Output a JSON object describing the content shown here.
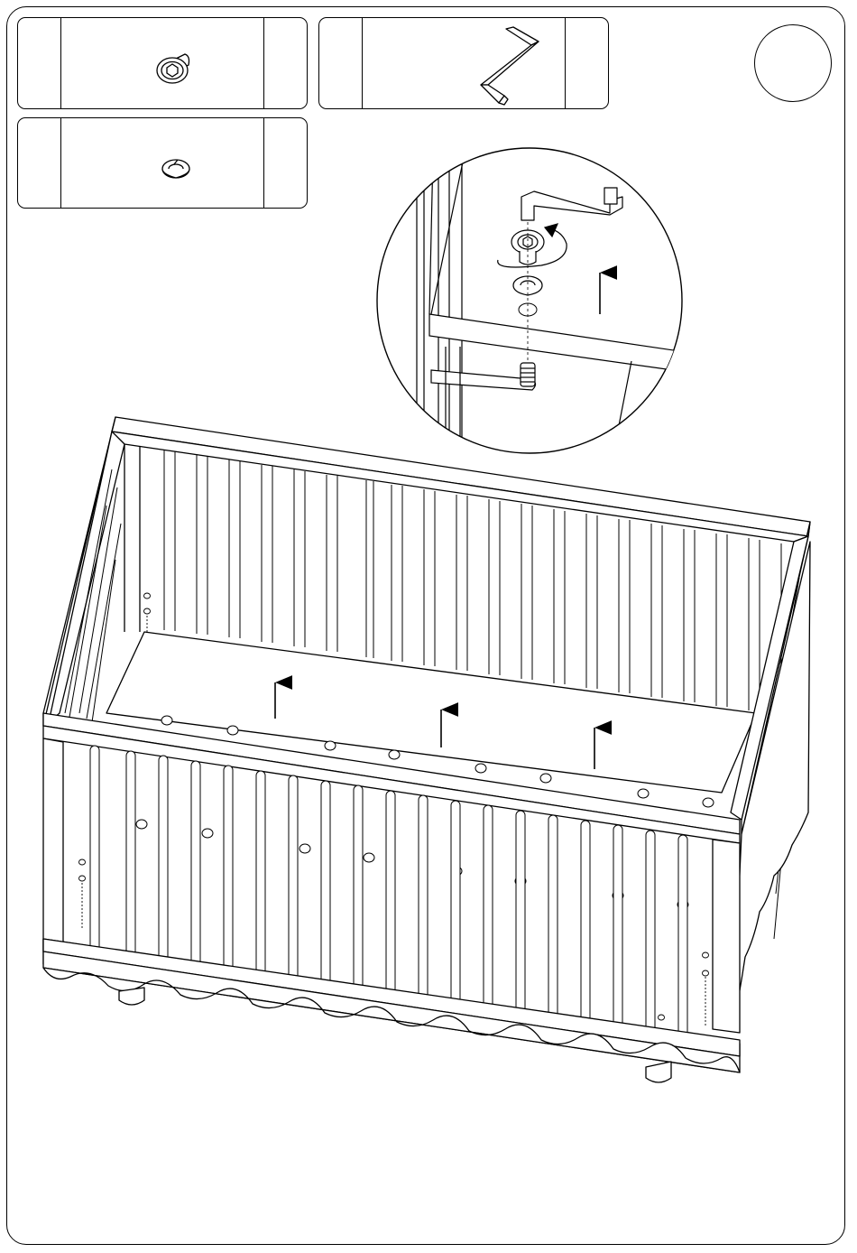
{
  "step": {
    "number": ""
  },
  "parts": [
    {
      "id": "bolt",
      "quantity": "",
      "code": "",
      "icon": "hex-socket-bolt-icon"
    },
    {
      "id": "allen-key",
      "quantity": "",
      "code": "",
      "icon": "allen-key-icon"
    },
    {
      "id": "lock-washer",
      "quantity": "",
      "code": "",
      "icon": "spring-washer-icon"
    }
  ],
  "detail": {
    "icons": [
      "allen-key-icon",
      "hex-socket-bolt-icon",
      "spring-washer-icon",
      "threaded-insert-icon",
      "rotation-arrow-icon",
      "up-arrow-icon"
    ]
  },
  "illustration": {
    "icons": [
      "crib-icon",
      "up-arrow-icon"
    ],
    "arrow_count": 4
  },
  "colors": {
    "line": "#000000",
    "paper": "#ffffff"
  }
}
